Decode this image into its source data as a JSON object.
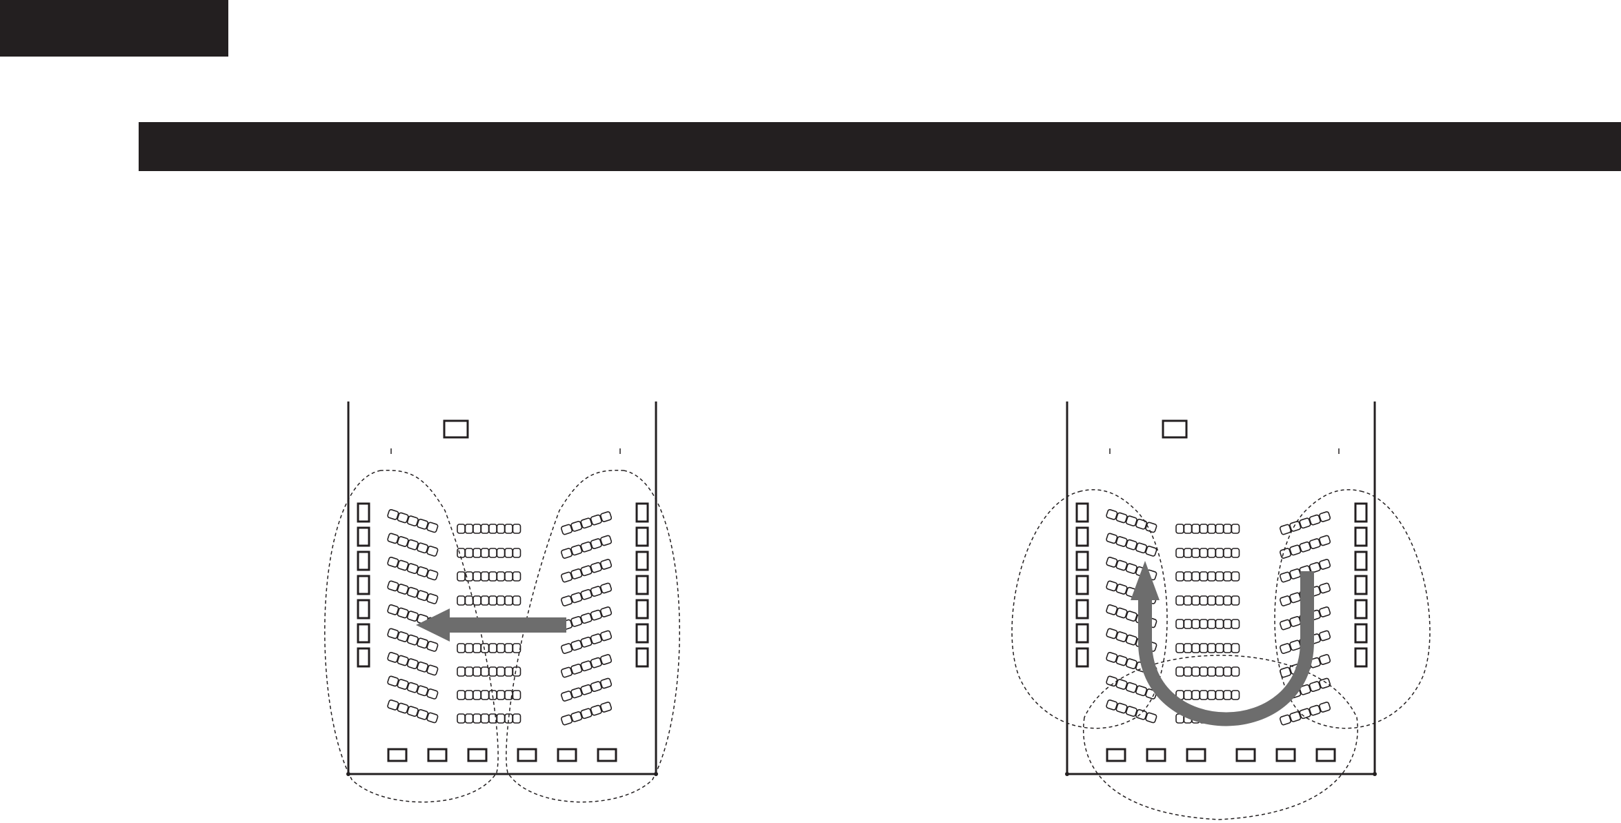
{
  "colors": {
    "dark_bar": "#231f20",
    "line": "#231f20",
    "arrow": "#6d6d6d",
    "background": "#ffffff"
  },
  "diagrams": [
    {
      "id": "left",
      "arrow": "straight-left"
    },
    {
      "id": "right",
      "arrow": "u-turn-up"
    }
  ]
}
